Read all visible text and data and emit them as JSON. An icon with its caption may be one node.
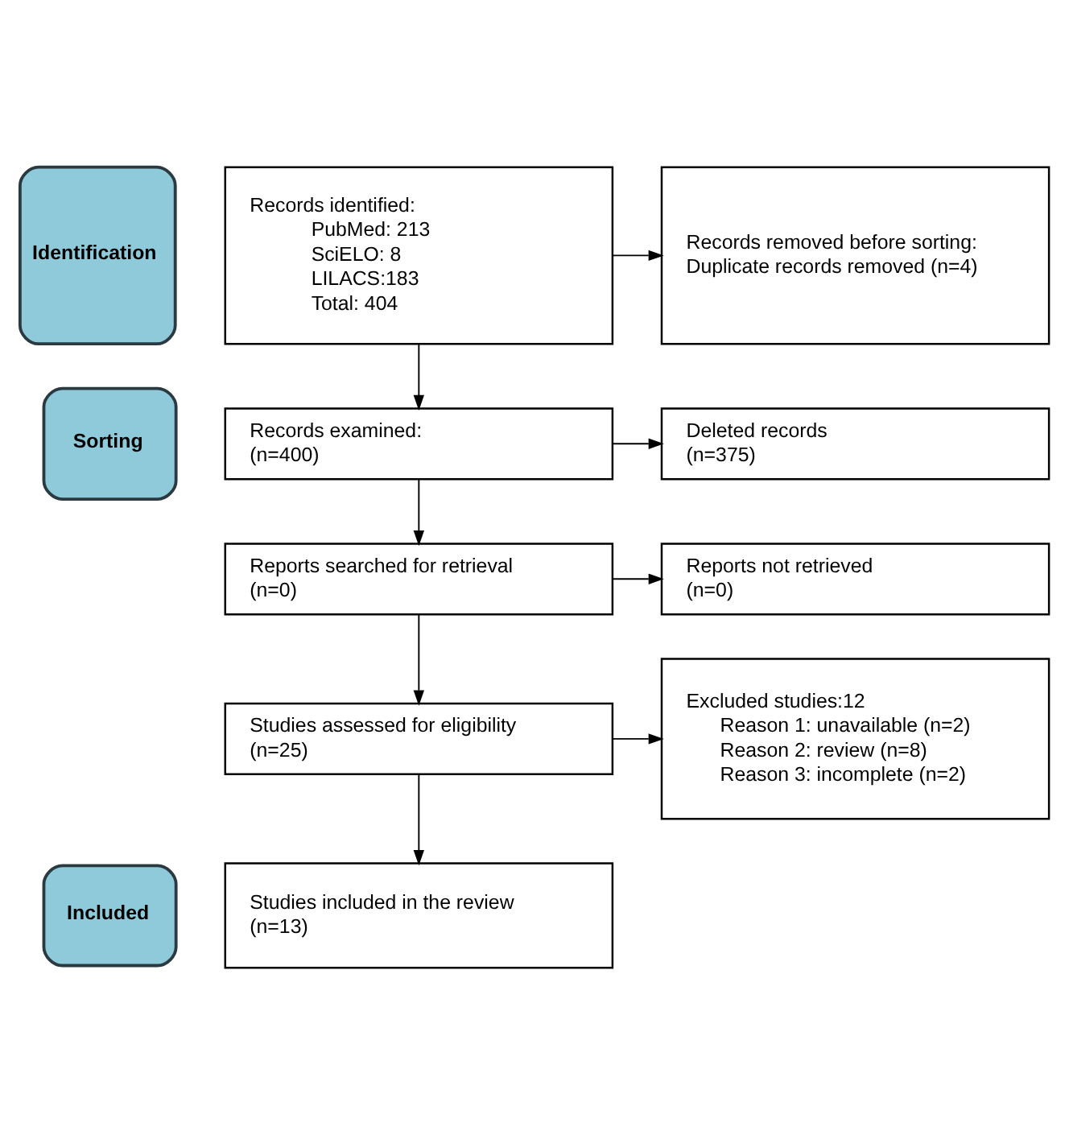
{
  "diagram": {
    "nodes": [
      {
        "text": [
          "Identification"
        ]
      },
      {
        "text": [
          "Records identified:",
          "PubMed: 213",
          "SciELO: 8",
          "LILACS:183",
          "Total: 404"
        ]
      },
      {
        "text": [
          "Records removed before sorting:",
          "Duplicate records removed (n=4)"
        ]
      },
      {
        "text": [
          "Sorting"
        ]
      },
      {
        "text": [
          "Records examined:",
          "(n=400)"
        ]
      },
      {
        "text": [
          "Deleted records",
          "(n=375)"
        ]
      },
      {
        "text": [
          "Reports searched for retrieval",
          "(n=0)"
        ]
      },
      {
        "text": [
          "Reports not retrieved",
          "(n=0)"
        ]
      },
      {
        "text": [
          "Studies assessed for eligibility",
          "(n=25)"
        ]
      },
      {
        "text": [
          "Excluded studies:12",
          "Reason 1: unavailable (n=2)",
          "Reason 2: review (n=8)",
          "Reason 3: incomplete (n=2)"
        ]
      },
      {
        "text": [
          "Included"
        ]
      },
      {
        "text": [
          "Studies included in the review",
          "(n=13)"
        ]
      }
    ],
    "edges": [
      {
        "from": 1,
        "to": 2,
        "arrow": "to"
      },
      {
        "from": 1,
        "to": 4,
        "arrow": "to"
      },
      {
        "from": 4,
        "to": 5,
        "arrow": "to"
      },
      {
        "from": 4,
        "to": 6,
        "arrow": "to"
      },
      {
        "from": 6,
        "to": 7,
        "arrow": "to"
      },
      {
        "from": 6,
        "to": 8,
        "arrow": "to"
      },
      {
        "from": 8,
        "to": 9,
        "arrow": "to"
      },
      {
        "from": 8,
        "to": 11,
        "arrow": "to"
      }
    ]
  }
}
